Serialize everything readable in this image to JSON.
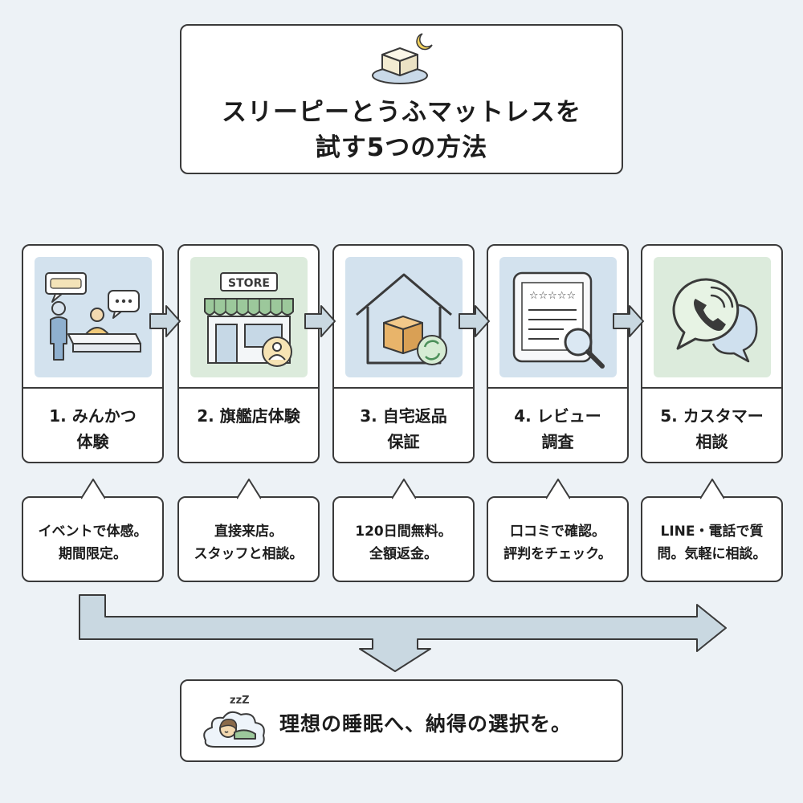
{
  "title": {
    "line1": "スリーピーとうふマットレスを",
    "line2": "試す5つの方法",
    "icon": "tofu-mattress-moon-icon"
  },
  "steps": [
    {
      "line1": "1. みんかつ",
      "line2": "体験",
      "icon": "event-experience-icon",
      "bg": "#d3e2ee",
      "desc1": "イベントで体感。",
      "desc2": "期間限定。"
    },
    {
      "line1": "2. 旗艦店体験",
      "line2": "",
      "icon": "store-icon",
      "bg": "#dcebdc",
      "desc1": "直接来店。",
      "desc2": "スタッフと相談。",
      "sign": "STORE"
    },
    {
      "line1": "3. 自宅返品",
      "line2": "保証",
      "icon": "home-return-icon",
      "bg": "#d3e2ee",
      "desc1": "120日間無料。",
      "desc2": "全額返金。"
    },
    {
      "line1": "4. レビュー",
      "line2": "調査",
      "icon": "review-search-icon",
      "bg": "#d3e2ee",
      "desc1": "口コミで確認。",
      "desc2": "評判をチェック。"
    },
    {
      "line1": "5. カスタマー",
      "line2": "相談",
      "icon": "phone-chat-icon",
      "bg": "#dcebdc",
      "desc1": "LINE・電話で質",
      "desc2": "問。気軽に相談。"
    }
  ],
  "summary": {
    "text": "理想の睡眠へ、納得の選択を。",
    "icon": "sleeping-cloud-icon",
    "zzz": "zzZ"
  },
  "colors": {
    "background": "#edf2f6",
    "border": "#3a3a3a",
    "arrow_fill": "#c9d8e1",
    "arrow_stroke": "#3a3a3a"
  }
}
